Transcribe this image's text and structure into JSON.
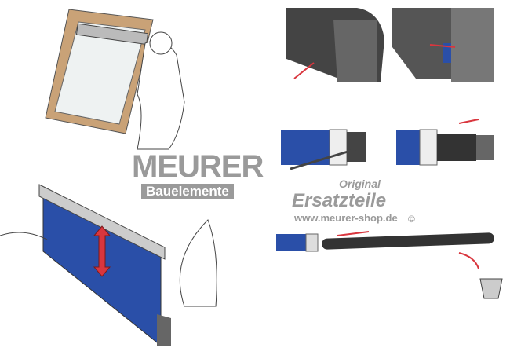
{
  "watermark": {
    "brand": "MEURER",
    "subbrand": "Bauelemente",
    "original": "Original",
    "ersatzteile": "Ersatzteile",
    "url": "www.meurer-shop.de",
    "copyright": "©"
  },
  "colors": {
    "blind_blue": "#2a4fa8",
    "arrow_red": "#d9363e",
    "frame_wood": "#c9a277",
    "metal_dark": "#3a3a3a",
    "watermark_grey": "#9a9a9a"
  }
}
